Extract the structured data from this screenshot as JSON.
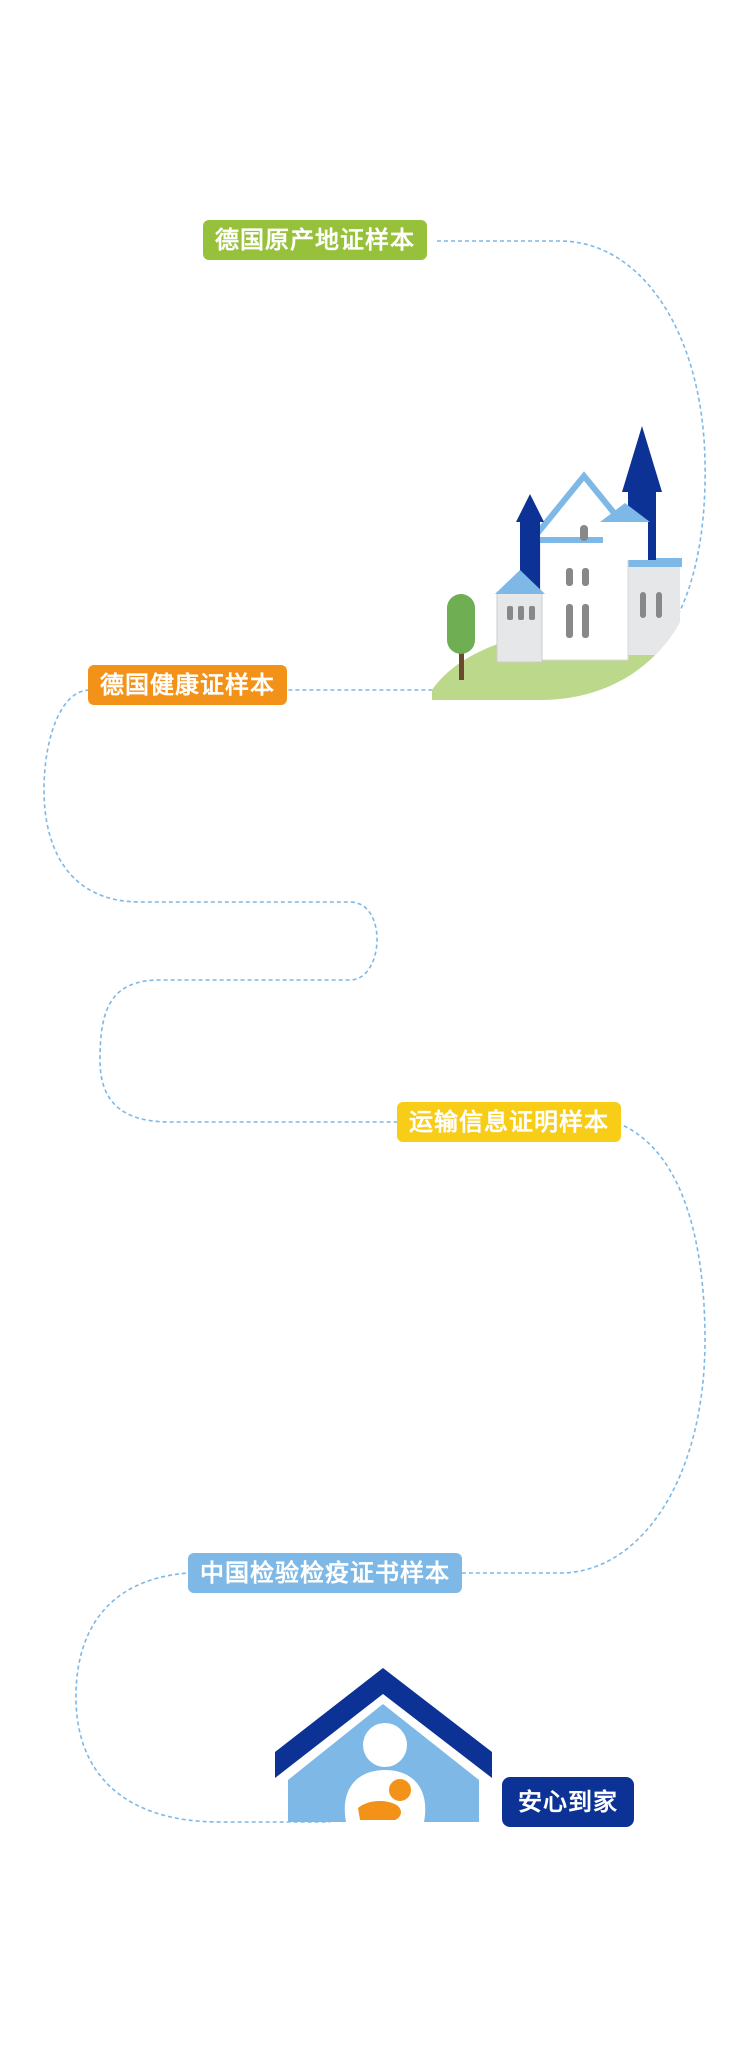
{
  "colors": {
    "green": "#97c13a",
    "orange": "#f39218",
    "yellow": "#f7cd18",
    "light_blue": "#7db8e6",
    "navy": "#0c3296",
    "path": "#7db8e6"
  },
  "steps": [
    {
      "label": "德国原产地证样本",
      "color": "#97c13a"
    },
    {
      "label": "德国健康证样本",
      "color": "#f39218"
    },
    {
      "label": "运输信息证明样本",
      "color": "#f7cd18"
    },
    {
      "label": "中国检验检疫证书样本",
      "color": "#7db8e6"
    },
    {
      "label": "安心到家",
      "color": "#0c3296"
    }
  ],
  "icons": {
    "castle": "castle-icon",
    "tree": "tree-icon",
    "home": "home-mother-child-icon"
  }
}
